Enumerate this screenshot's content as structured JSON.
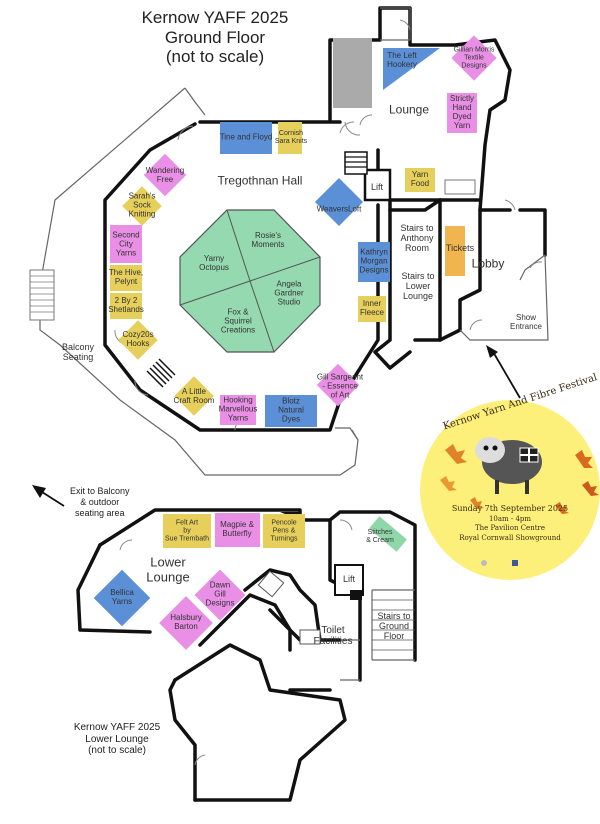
{
  "titles": {
    "ground_line1": "Kernow YAFF 2025",
    "ground_line2": "Ground Floor",
    "ground_line3": "(not to scale)",
    "lower_line1": "Kernow YAFF 2025",
    "lower_line2": "Lower Lounge",
    "lower_line3": "(not to scale)"
  },
  "rooms": {
    "hall": "Tregothnan Hall",
    "lounge": "Lounge",
    "lobby": "Lobby",
    "lift_upper": "Lift",
    "lift_lower": "Lift",
    "balcony_l1": "Balcony",
    "balcony_l2": "Seating",
    "stairs_anthony_l1": "Stairs to",
    "stairs_anthony_l2": "Anthony",
    "stairs_anthony_l3": "Room",
    "stairs_lower_l1": "Stairs to",
    "stairs_lower_l2": "Lower",
    "stairs_lower_l3": "Lounge",
    "show_entrance_l1": "Show",
    "show_entrance_l2": "Entrance",
    "tickets": "Tickets",
    "lower_lounge_l1": "Lower",
    "lower_lounge_l2": "Lounge",
    "toilet_l1": "Toilet",
    "toilet_l2": "Facilities",
    "stairs_ground_l1": "Stairs to",
    "stairs_ground_l2": "Ground",
    "stairs_ground_l3": "Floor",
    "exit_l1": "Exit to Balcony",
    "exit_l2": "& outdoor",
    "exit_l3": "seating area"
  },
  "centre_stalls": {
    "yarny_l1": "Yarny",
    "yarny_l2": "Octopus",
    "rosies_l1": "Rosie's",
    "rosies_l2": "Moments",
    "angela_l1": "Angela",
    "angela_l2": "Gardner",
    "angela_l3": "Studio",
    "fox_l1": "Fox &",
    "fox_l2": "Squirrel",
    "fox_l3": "Creations"
  },
  "stalls": {
    "tine_floyd": "Tine and Floyd",
    "cornish_l1": "Cornish",
    "cornish_l2": "Sara Knits",
    "wandering_l1": "Wandering",
    "wandering_l2": "Free",
    "sarahs_l1": "Sarah's",
    "sarahs_l2": "Sock",
    "sarahs_l3": "Knitting",
    "second_city_l1": "Second",
    "second_city_l2": "City",
    "second_city_l3": "Yarns",
    "hive_l1": "The Hive,",
    "hive_l2": "Pelynt",
    "twobytwo_l1": "2 By 2",
    "twobytwo_l2": "Shetlands",
    "cozy_l1": "Cozy20s",
    "cozy_l2": "Hooks",
    "little_craft_l1": "A Little",
    "little_craft_l2": "Craft Room",
    "hooking_l1": "Hooking",
    "hooking_l2": "Marvellous",
    "hooking_l3": "Yarns",
    "blotz_l1": "Blotz",
    "blotz_l2": "Natural",
    "blotz_l3": "Dyes",
    "gill_l1": "Gill Sargeant",
    "gill_l2": "- Essence",
    "gill_l3": "of Art",
    "inner_fleece_l1": "Inner",
    "inner_fleece_l2": "Fleece",
    "kathryn_l1": "Kathryn",
    "kathryn_l2": "Morgan",
    "kathryn_l3": "Designs",
    "weavers_loft": "WeaversLoft",
    "yarn_food_l1": "Yarn",
    "yarn_food_l2": "Food",
    "left_hookery_l1": "The Left",
    "left_hookery_l2": "Hookery",
    "gillian_l1": "Gillian Morris",
    "gillian_l2": "Textile",
    "gillian_l3": "Designs",
    "strictly_l1": "Strictly",
    "strictly_l2": "Hand",
    "strictly_l3": "Dyed",
    "strictly_l4": "Yarn",
    "felt_art_l1": "Felt Art",
    "felt_art_l2": "by",
    "felt_art_l3": "Sue Trembath",
    "magpie_l1": "Magpie &",
    "magpie_l2": "Butterfly",
    "pencole_l1": "Pencole",
    "pencole_l2": "Pens &",
    "pencole_l3": "Turnings",
    "stitches_l1": "Stitches",
    "stitches_l2": "& Cream",
    "dawn_l1": "Dawn",
    "dawn_l2": "Gill",
    "dawn_l3": "Designs",
    "bellica_l1": "Bellica",
    "bellica_l2": "Yarns",
    "halsbury_l1": "Halsbury",
    "halsbury_l2": "Barton"
  },
  "badge": {
    "name": "Kernow Yarn And Fibre Festival",
    "date": "Sunday 7th September 2025",
    "time": "10am - 4pm",
    "venue1": "The Pavilion Centre",
    "venue2": "Royal Cornwall Showground"
  },
  "colors": {
    "blue": "#5b8fd6",
    "pink": "#e98fe6",
    "yellow": "#e6cf5a",
    "green": "#8fd6a9",
    "orange": "#f0b54e",
    "badge": "#fdf07a"
  }
}
